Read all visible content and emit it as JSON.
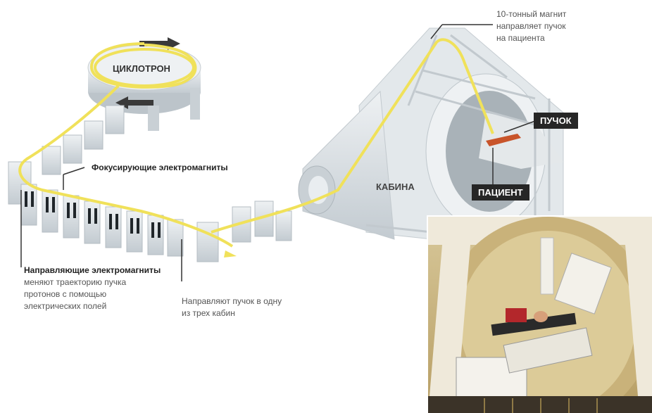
{
  "labels": {
    "cyclotron": "ЦИКЛОТРОН",
    "focusing": "Фокусирующие электромагниты",
    "guiding_title": "Направляющие электромагниты",
    "guiding_desc": [
      "меняют траекторию пучка",
      "протонов с помощью",
      "электрических полей"
    ],
    "direct": [
      "Направляют пучок в одну",
      "из трех кабин"
    ],
    "magnet": [
      "10-тонный магнит",
      "направляет пучок",
      "на пациента"
    ],
    "cabin": "КАБИНА",
    "beam": "ПУЧОК",
    "patient": "ПАЦИЕНТ"
  },
  "colors": {
    "beam": "#f0e15a",
    "structure": "#dde3e7",
    "structure_dark": "#b9c2c8",
    "tag_bg": "#262626"
  }
}
